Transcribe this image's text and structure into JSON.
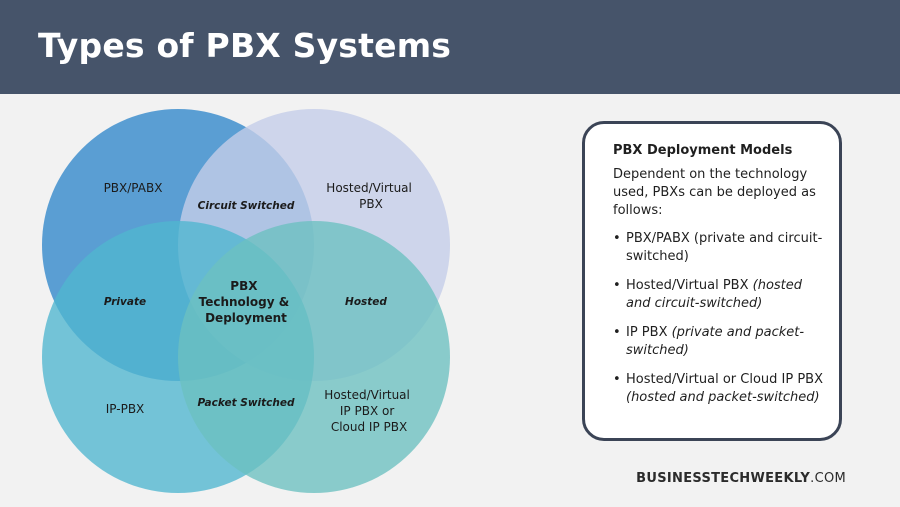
{
  "header": {
    "title": "Types of PBX Systems"
  },
  "diagram": {
    "sets": [
      {
        "label_lines": [
          "PBX/PABX"
        ],
        "color": "#3f8fce"
      },
      {
        "label_lines": [
          "Hosted/Virtual",
          "PBX"
        ],
        "color": "#c4cde9"
      },
      {
        "label_lines": [
          "IP-PBX"
        ],
        "color": "#4fb6d0"
      },
      {
        "label_lines": [
          "Hosted/Virtual",
          "IP PBX or",
          "Cloud IP PBX"
        ],
        "color": "#6cc0c0"
      }
    ],
    "overlaps": {
      "top": "Circuit Switched",
      "left": "Private",
      "right": "Hosted",
      "bottom": "Packet Switched"
    },
    "center_lines": [
      "PBX",
      "Technology &",
      "Deployment"
    ]
  },
  "card": {
    "title": "PBX Deployment Models",
    "intro": "Dependent on the technology used, PBXs can be deployed as follows:",
    "bullet": "•",
    "items": [
      {
        "main": "PBX/PABX (private and circuit-switched)",
        "qualifier": ""
      },
      {
        "main": "Hosted/Virtual PBX ",
        "qualifier": "(hosted and circuit-switched)"
      },
      {
        "main": "IP PBX ",
        "qualifier": "(private and packet-switched)"
      },
      {
        "main": "Hosted/Virtual or Cloud IP PBX ",
        "qualifier": "(hosted and packet-switched)"
      }
    ]
  },
  "brand": {
    "bold": "BUSINESSTECHWEEKLY",
    "light": ".COM"
  }
}
